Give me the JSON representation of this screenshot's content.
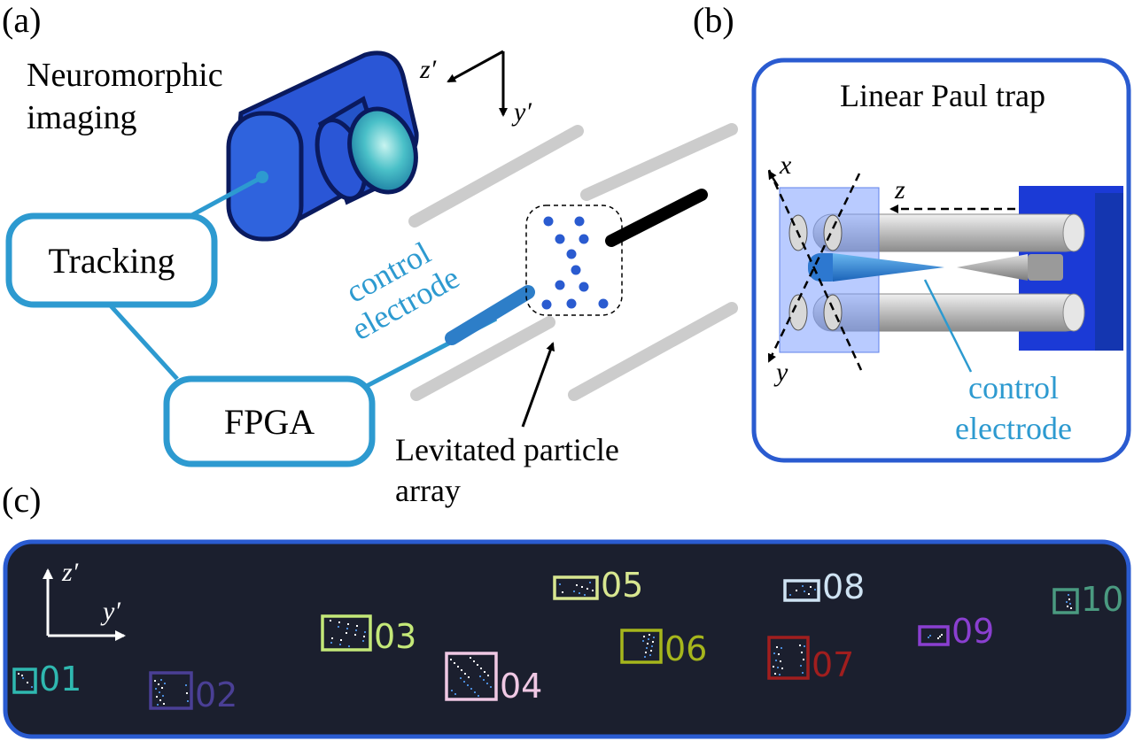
{
  "panel_a": {
    "label": "(a)",
    "imaging_label_line1": "Neuromorphic",
    "imaging_label_line2": "imaging",
    "tracking_label": "Tracking",
    "fpga_label": "FPGA",
    "control_label_line1": "control",
    "control_label_line2": "electrode",
    "array_label_line1": "Levitated particle",
    "array_label_line2": "array",
    "axis_z": "z′",
    "axis_y": "y′"
  },
  "panel_b": {
    "label": "(b)",
    "title": "Linear Paul trap",
    "axis_x": "x",
    "axis_z": "z",
    "axis_y": "y",
    "control_label_line1": "control",
    "control_label_line2": "electrode"
  },
  "panel_c": {
    "label": "(c)",
    "axis_z": "z′",
    "axis_y": "y′",
    "particles": [
      {
        "id": "01",
        "color": "#2fb8b0"
      },
      {
        "id": "02",
        "color": "#4a3f95"
      },
      {
        "id": "03",
        "color": "#c4e878"
      },
      {
        "id": "04",
        "color": "#f0c8e4"
      },
      {
        "id": "05",
        "color": "#d8e690"
      },
      {
        "id": "06",
        "color": "#a6b61c"
      },
      {
        "id": "07",
        "color": "#a11e1e"
      },
      {
        "id": "08",
        "color": "#cfe3f3"
      },
      {
        "id": "09",
        "color": "#8a3fd0"
      },
      {
        "id": "10",
        "color": "#4a9a80"
      }
    ]
  },
  "colors": {
    "accent_blue": "#2a5bd0",
    "light_blue": "#2d9ad0",
    "dark_panel": "#1b1f2e",
    "rod_gray": "#cccccc"
  }
}
